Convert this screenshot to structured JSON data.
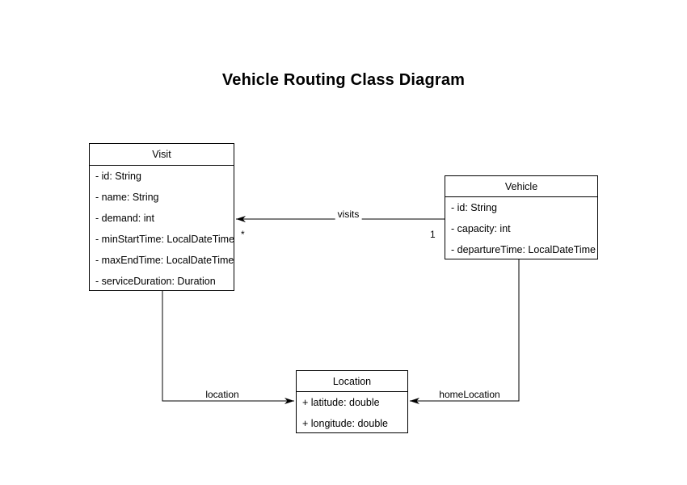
{
  "title": "Vehicle Routing Class Diagram",
  "classes": {
    "visit": {
      "name": "Visit",
      "attributes": [
        "- id: String",
        "- name: String",
        "- demand: int",
        "- minStartTime: LocalDateTime",
        "- maxEndTime: LocalDateTime",
        "- serviceDuration: Duration"
      ]
    },
    "vehicle": {
      "name": "Vehicle",
      "attributes": [
        "- id: String",
        "- capacity: int",
        "- departureTime: LocalDateTime"
      ]
    },
    "location": {
      "name": "Location",
      "attributes": [
        "+ latitude: double",
        "+ longitude: double"
      ]
    }
  },
  "relationships": {
    "visits": {
      "label": "visits",
      "from": "Vehicle",
      "to": "Visit",
      "multiplicity_at_visit": "*",
      "multiplicity_at_vehicle": "1"
    },
    "location": {
      "label": "location",
      "from": "Visit",
      "to": "Location"
    },
    "homeLocation": {
      "label": "homeLocation",
      "from": "Vehicle",
      "to": "Location"
    }
  },
  "colors": {
    "background": "#ffffff",
    "box_fill": "#ffffff",
    "line": "#000000",
    "text": "#000000"
  }
}
